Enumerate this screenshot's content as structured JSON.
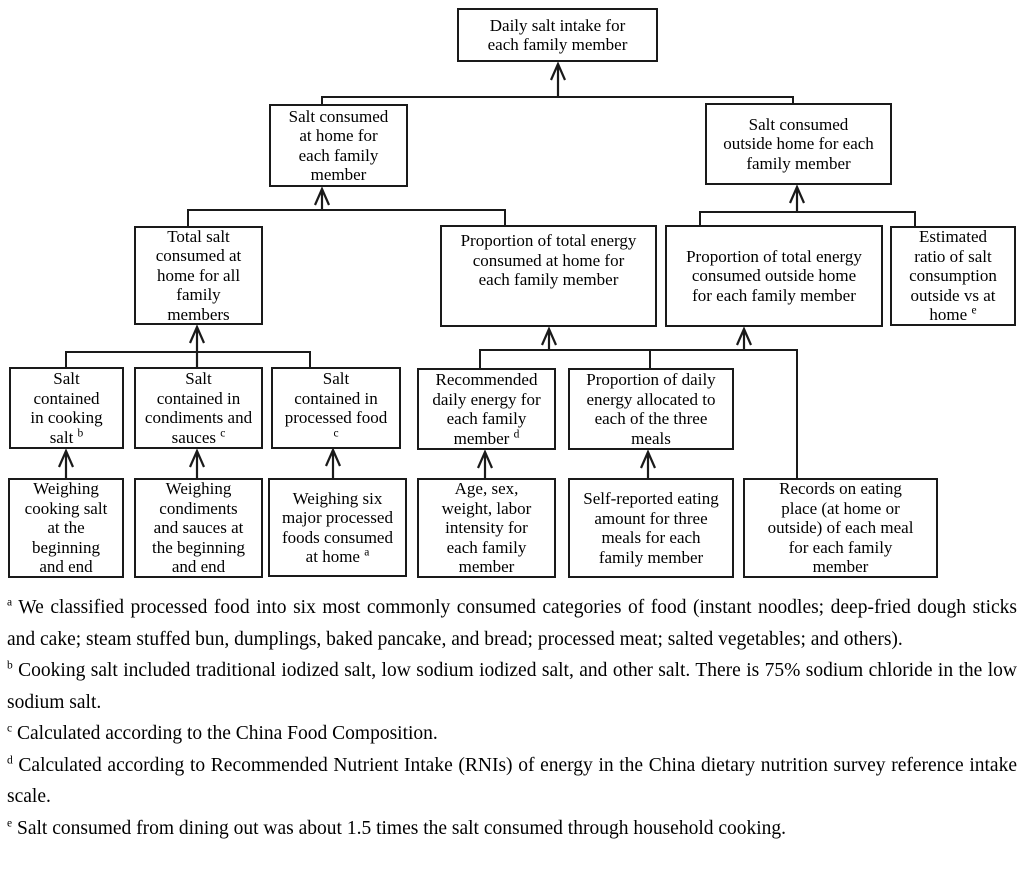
{
  "colors": {
    "line": "#1a1a1a",
    "background": "#ffffff",
    "text": "#000000"
  },
  "nodes": {
    "t": {
      "lines": [
        "Daily salt intake for",
        "each family member"
      ]
    },
    "l2a": {
      "lines": [
        "Salt consumed",
        "at home for",
        "each family",
        "member"
      ]
    },
    "l2b": {
      "lines": [
        "Salt consumed",
        "outside home for each",
        "family member"
      ]
    },
    "l3a": {
      "lines": [
        "Total salt",
        "consumed at",
        "home for all",
        "family",
        "members"
      ]
    },
    "l3b": {
      "lines": [
        "Proportion of total energy",
        "consumed at home for",
        "each family member"
      ]
    },
    "l3c": {
      "lines": [
        "Proportion of total energy",
        "consumed outside home",
        "for each family member"
      ]
    },
    "l3d": {
      "lines": [
        "Estimated",
        "ratio of salt",
        "consumption",
        "outside vs at",
        "home ^e"
      ]
    },
    "l4a": {
      "lines": [
        "Salt",
        "contained",
        "in cooking",
        "salt ^b"
      ]
    },
    "l4b": {
      "lines": [
        "Salt",
        "contained in",
        "condiments and",
        "sauces ^c"
      ]
    },
    "l4c": {
      "lines": [
        "Salt",
        "contained in",
        "processed food",
        "^c"
      ]
    },
    "l4d": {
      "lines": [
        "Recommended",
        "daily energy for",
        "each family",
        "member ^d"
      ]
    },
    "l4e": {
      "lines": [
        "Proportion of daily",
        "energy allocated to",
        "each of the three",
        "meals"
      ]
    },
    "l5a": {
      "lines": [
        "Weighing",
        "cooking salt",
        "at the",
        "beginning",
        "and end"
      ]
    },
    "l5b": {
      "lines": [
        "Weighing",
        "condiments",
        "and sauces at",
        "the beginning",
        "and end"
      ]
    },
    "l5c": {
      "lines": [
        "Weighing six",
        "major processed",
        "foods consumed",
        "at home ^a"
      ]
    },
    "l5d": {
      "lines": [
        "Age, sex,",
        "weight, labor",
        "intensity for",
        "each family",
        "member"
      ]
    },
    "l5e": {
      "lines": [
        "Self-reported eating",
        "amount for three",
        "meals for each",
        "family member"
      ]
    },
    "l5f": {
      "lines": [
        "Records on eating",
        "place (at home or",
        "outside) of each meal",
        "for each family",
        "member"
      ]
    }
  },
  "footnotes": [
    {
      "marker": "a",
      "text": "We classified processed food into six most commonly consumed categories of food (instant noodles; deep-fried dough sticks and cake; steam stuffed bun, dumplings, baked pancake, and bread; processed meat; salted vegetables; and others)."
    },
    {
      "marker": "b",
      "text": "Cooking salt included traditional iodized salt, low sodium iodized salt, and other salt. There is 75% sodium chloride in the low sodium salt."
    },
    {
      "marker": "c",
      "text": "Calculated according to the China Food Composition."
    },
    {
      "marker": "d",
      "text": "Calculated according to Recommended Nutrient Intake (RNIs) of energy in the China dietary nutrition survey reference intake scale."
    },
    {
      "marker": "e",
      "text": "Salt consumed from dining out was about 1.5 times the salt consumed through household cooking."
    }
  ]
}
